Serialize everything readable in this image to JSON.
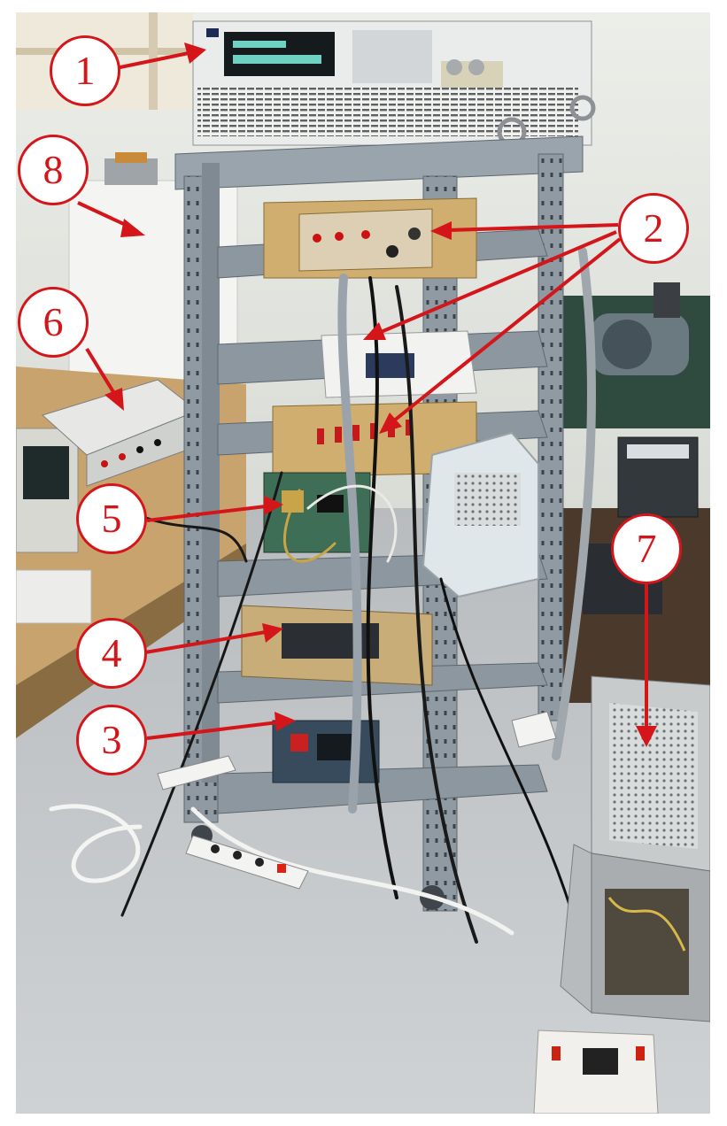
{
  "colors": {
    "callout": "#d4161b",
    "callout_fill": "#ffffff",
    "floor": "#c4c7ca",
    "wall": "#e6e7e3",
    "rack": "#8f9aa3"
  },
  "callouts": [
    {
      "label": "1"
    },
    {
      "label": "2"
    },
    {
      "label": "3"
    },
    {
      "label": "4"
    },
    {
      "label": "5"
    },
    {
      "label": "6"
    },
    {
      "label": "7"
    },
    {
      "label": "8"
    }
  ]
}
